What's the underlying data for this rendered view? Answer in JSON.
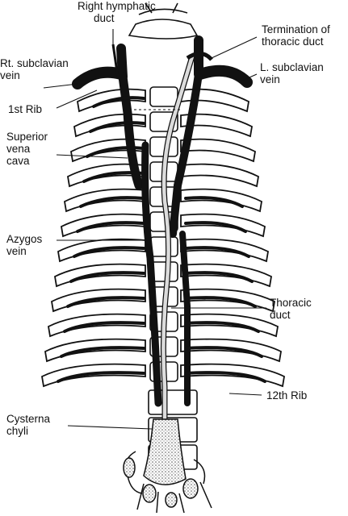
{
  "labels": {
    "right_lymphatic_duct": [
      "Right hymphatic",
      "duct"
    ],
    "termination_thoracic_duct": [
      "Termination of",
      "thoracic duct"
    ],
    "rt_subclavian_vein": [
      "Rt. subclavian",
      "vein"
    ],
    "l_subclavian_vein": [
      "L. subclavian",
      "vein"
    ],
    "first_rib": [
      "1st Rib"
    ],
    "superior_vena_cava": [
      "Superior",
      "vena",
      "cava"
    ],
    "azygos_vein": [
      "Azygos",
      "vein"
    ],
    "thoracic_duct": [
      "Thoracic",
      "duct"
    ],
    "twelfth_rib": [
      "12th Rib"
    ],
    "cysterna_chyli": [
      "Cysterna",
      "chyli"
    ]
  },
  "colors": {
    "ink": "#111111",
    "bone": "#ffffff",
    "vein": "#111111",
    "duct": "#d9d9d9"
  }
}
